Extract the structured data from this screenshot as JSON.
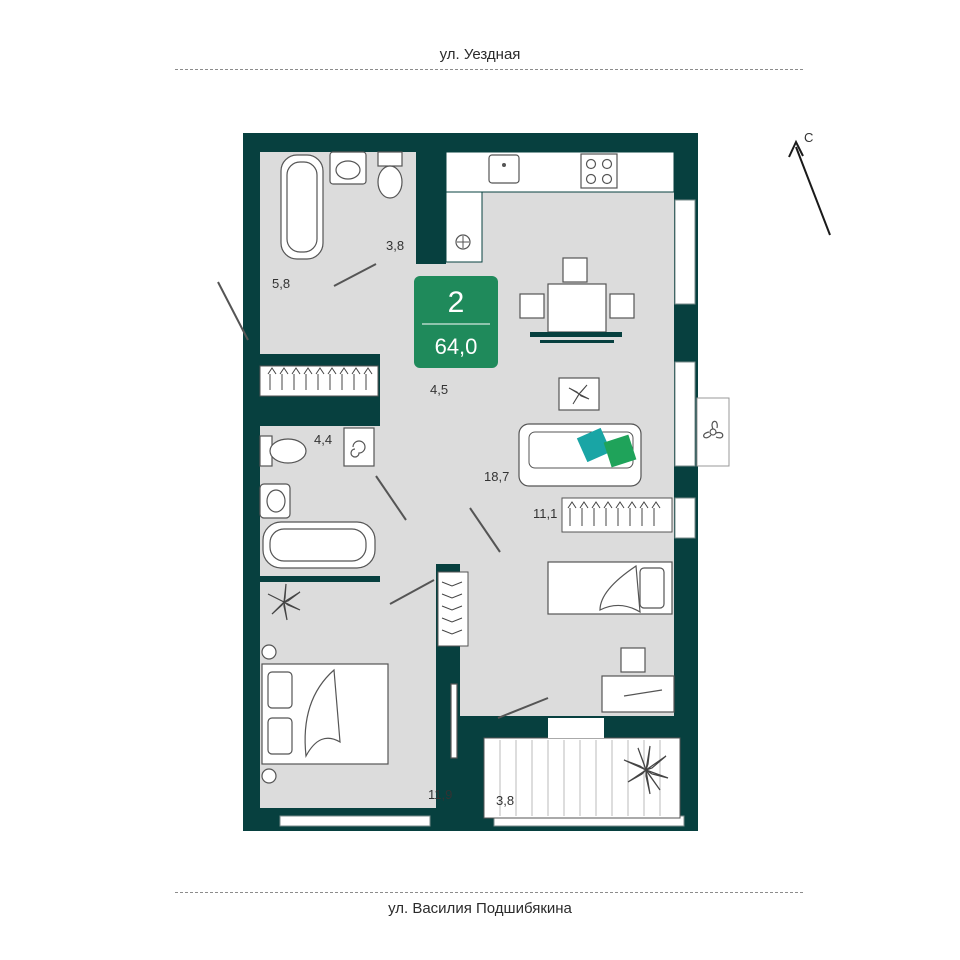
{
  "streets": {
    "top": "ул. Уездная",
    "bottom": "ул. Василия Подшибякина"
  },
  "compass": {
    "label": "С"
  },
  "badge": {
    "rooms": "2",
    "total_area": "64,0",
    "color": "#1f8a5b"
  },
  "rooms": {
    "bathroom_1": "5,8",
    "toilet_1": "3,8",
    "hall": "4,5",
    "bathroom_2": "4,4",
    "kitchen_living": "18,7",
    "bedroom_1": "11,1",
    "bedroom_2": "11,9",
    "balcony": "3,8"
  },
  "colors": {
    "wall": "#07403f",
    "floor": "#dcdcdc",
    "accent_teal": "#19a5a5",
    "accent_green": "#1fa35a"
  }
}
